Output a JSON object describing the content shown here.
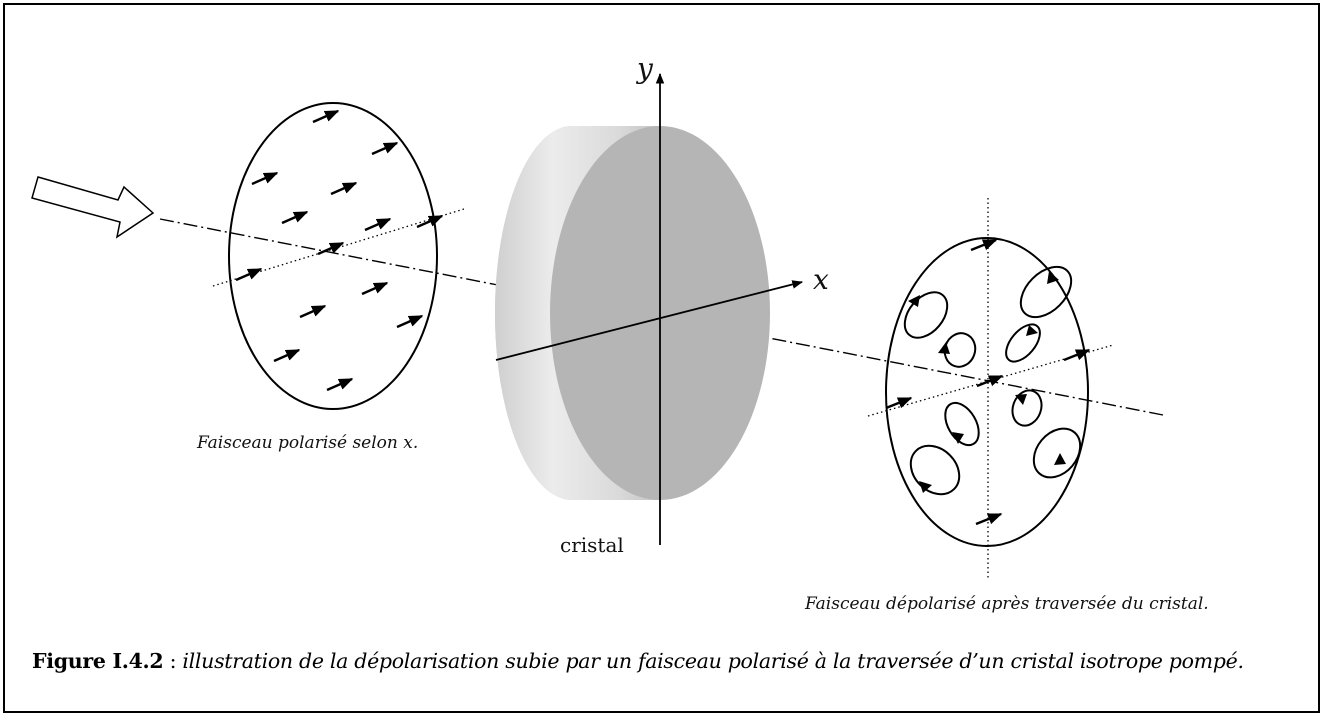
{
  "labels": {
    "axis_y": "y",
    "axis_x": "x",
    "crystal": "cristal",
    "beam_in": "Faisceau polarisé selon x.",
    "beam_out": "Faisceau dépolarisé après traversée du cristal."
  },
  "caption": {
    "figure_number": "Figure I.4.2",
    "separator": " : ",
    "text": "illustration de la dépolarisation subie par un faisceau polarisé à la traversée d’un cristal isotrope pompé."
  }
}
